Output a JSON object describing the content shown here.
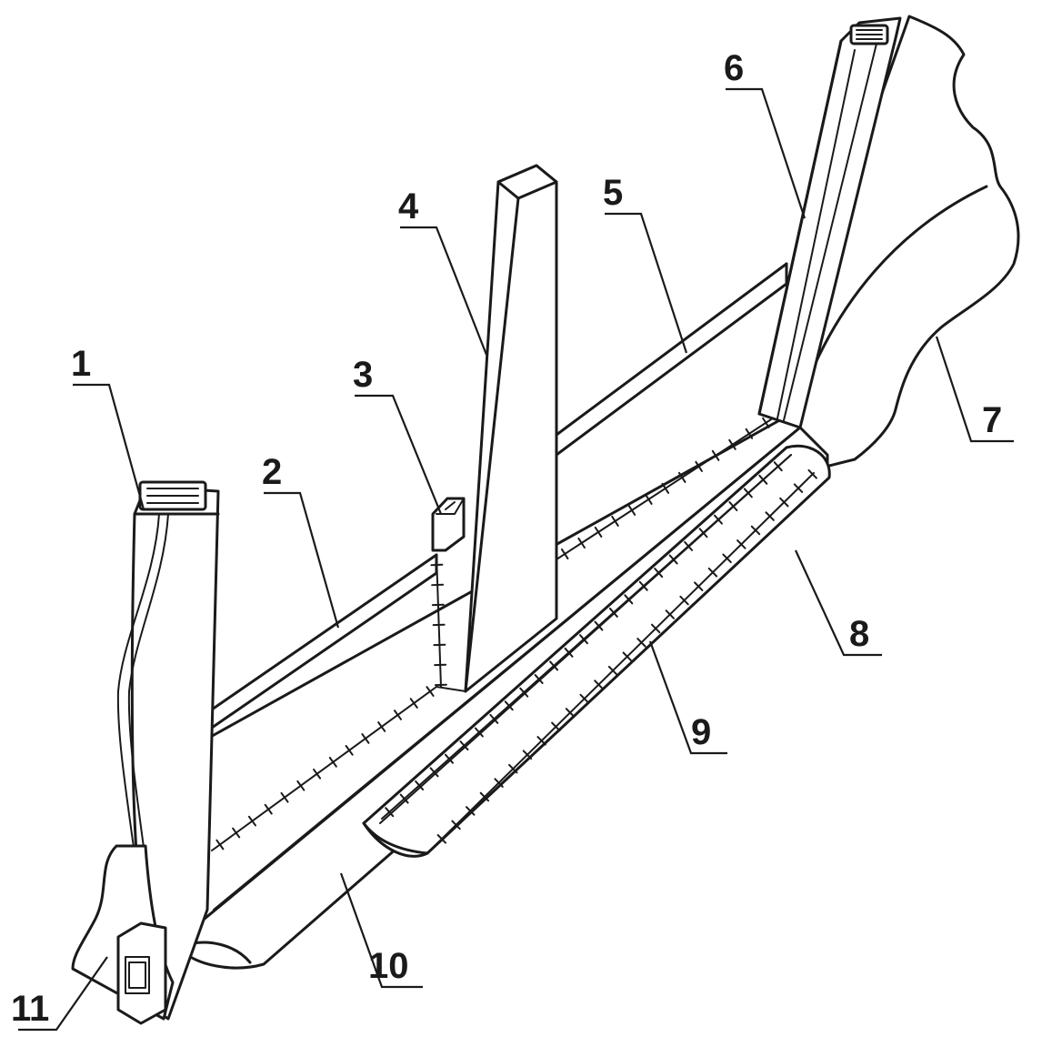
{
  "labels": [
    {
      "id": "1",
      "text": "1"
    },
    {
      "id": "2",
      "text": "2"
    },
    {
      "id": "3",
      "text": "3"
    },
    {
      "id": "4",
      "text": "4"
    },
    {
      "id": "5",
      "text": "5"
    },
    {
      "id": "6",
      "text": "6"
    },
    {
      "id": "7",
      "text": "7"
    },
    {
      "id": "8",
      "text": "8"
    },
    {
      "id": "9",
      "text": "9"
    },
    {
      "id": "10",
      "text": "10"
    },
    {
      "id": "11",
      "text": "11"
    }
  ],
  "colors": {
    "ink": "#1a1a1a",
    "paper": "#ffffff"
  }
}
